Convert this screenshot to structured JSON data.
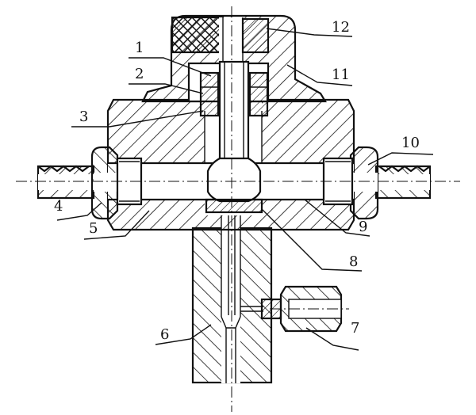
{
  "diagram": {
    "labels": [
      "1",
      "2",
      "3",
      "4",
      "5",
      "6",
      "7",
      "8",
      "9",
      "10",
      "11",
      "12"
    ]
  },
  "colors": {
    "ink": "#111111",
    "paper": "#ffffff"
  }
}
